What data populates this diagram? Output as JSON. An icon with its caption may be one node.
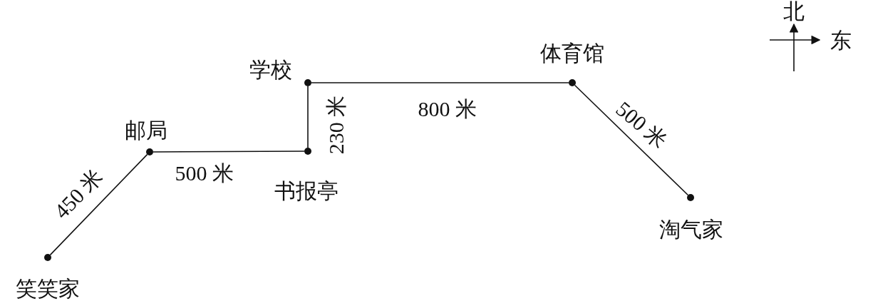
{
  "diagram": {
    "nodes": [
      {
        "text": [],
        "shape": "circle",
        "beside": [
          "笑笑家"
        ]
      },
      {
        "text": [],
        "shape": "circle",
        "beside": [
          "邮局"
        ]
      },
      {
        "text": [],
        "shape": "circle",
        "beside": [
          "书报亭"
        ]
      },
      {
        "text": [],
        "shape": "circle",
        "beside": [
          "学校"
        ]
      },
      {
        "text": [],
        "shape": "circle",
        "beside": [
          "体育馆"
        ]
      },
      {
        "text": [],
        "shape": "circle",
        "beside": [
          "淘气家"
        ]
      }
    ],
    "edges": [
      {
        "from": 0,
        "to": 1,
        "arrow": "none",
        "label": "450 米"
      },
      {
        "from": 1,
        "to": 2,
        "arrow": "none",
        "label": "500 米"
      },
      {
        "from": 2,
        "to": 3,
        "arrow": "none",
        "label": "230 米"
      },
      {
        "from": 3,
        "to": 4,
        "arrow": "none",
        "label": "800 米"
      },
      {
        "from": 4,
        "to": 5,
        "arrow": "none",
        "label": "500 米"
      }
    ],
    "labels": [
      "北",
      "东"
    ]
  }
}
